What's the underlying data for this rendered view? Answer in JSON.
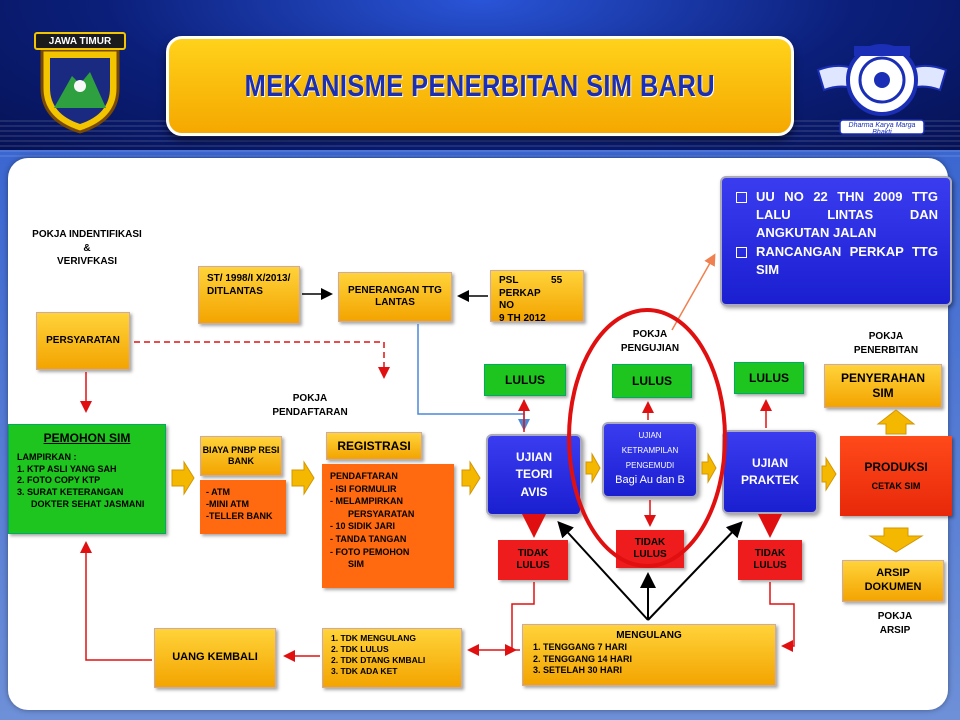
{
  "header": {
    "title": "MEKANISME PENERBITAN SIM BARU",
    "left_logo_text": "JAWA TIMUR",
    "right_logo_text": "Dharma Karya Marga Bhakti"
  },
  "labels": {
    "pokja_identifikasi": [
      "POKJA INDENTIFIKASI",
      "&",
      "VERIVFKASI"
    ],
    "pokja_pendaftaran": [
      "POKJA",
      "PENDAFTARAN"
    ],
    "pokja_pengujian": [
      "POKJA",
      "PENGUJIAN"
    ],
    "pokja_penerbitan": [
      "POKJA",
      "PENERBITAN"
    ],
    "pokja_arsip": [
      "POKJA",
      "ARSIP"
    ]
  },
  "legal": {
    "items": [
      "UU NO 22 THN 2009 TTG LALU LINTAS DAN ANGKUTAN JALAN",
      "RANCANGAN PERKAP TTG SIM"
    ]
  },
  "boxes": {
    "st": "ST/ 1998/I X/2013/ DITLANTAS",
    "penerangan": "PENERANGAN TTG LANTAS",
    "psl": [
      "PSL 55",
      "PERKAP NO",
      "9 TH 2012"
    ],
    "persyaratan": "PERSYARATAN",
    "pemohon_title": "PEMOHON SIM",
    "pemohon_lines": [
      "LAMPIRKAN :",
      "1. KTP ASLI YANG SAH",
      "2. FOTO COPY KTP",
      "3. SURAT KETERANGAN",
      "DOKTER SEHAT JASMANI"
    ],
    "biaya": "BIAYA PNBP RESI BANK",
    "bank_lines": [
      "- ATM",
      "-MINI ATM",
      "-TELLER BANK"
    ],
    "registrasi": "REGISTRASI",
    "pendaftaran_lines": [
      "PENDAFTARAN",
      "- ISI FORMULIR",
      "- MELAMPIRKAN",
      "PERSYARATAN",
      "- 10 SIDIK JARI",
      "- TANDA TANGAN",
      "- FOTO PEMOHON",
      "SIM"
    ],
    "lulus": "LULUS",
    "tidak_lulus": "TIDAK LULUS",
    "ujian_teori": "UJIAN TEORI AVIS",
    "ujian_ketrampilan_small": "UJIAN KETRAMPILAN PENGEMUDI",
    "ujian_ketrampilan_big": "Bagi Au dan B",
    "ujian_praktek": "UJIAN PRAKTEK",
    "penyerahan": "PENYERAHAN SIM",
    "produksi_title": "PRODUKSI",
    "produksi_sub": "CETAK SIM",
    "arsip": "ARSIP DOKUMEN",
    "mengulang_title": "MENGULANG",
    "mengulang_lines": [
      "1. TENGGANG 7 HARI",
      "2. TENGGANG 14 HARI",
      "3. SETELAH 30 HARI"
    ],
    "tdk_lines": [
      "1. TDK MENGULANG",
      "2. TDK LULUS",
      "2. TDK DTANG KMBALI",
      "3. TDK ADA KET"
    ],
    "uang_kembali": "UANG KEMBALI"
  },
  "colors": {
    "yellow": "#f5a800",
    "green": "#1ec51e",
    "orange": "#ff6a10",
    "red": "#ee1c1c",
    "blue": "#1a1fd0",
    "title_text": "#1a2fb5"
  }
}
